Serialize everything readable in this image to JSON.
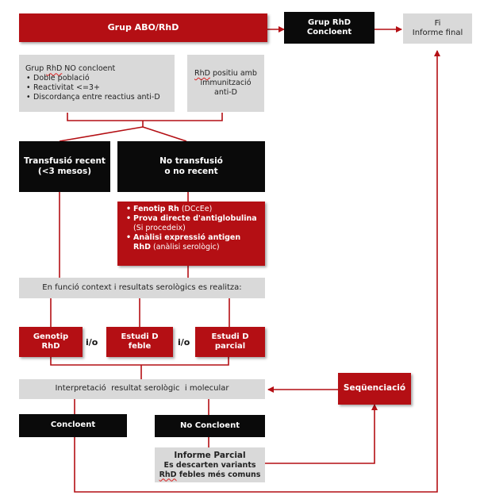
{
  "colors": {
    "red": "#b40f14",
    "black": "#0a0a0a",
    "gray": "#d9d9d9"
  },
  "nodes": {
    "abo": "Grup ABO/RhD",
    "conclusive_top": [
      "Grup RhD",
      "Concloent"
    ],
    "final": [
      "Fi",
      "Informe final"
    ],
    "nonconclusive": {
      "title_prefix": "Grup ",
      "title_rhd": "RhD",
      "title_suffix": " NO concloent",
      "items": [
        "Doble població",
        "Reactivitat <=3+",
        "Discordança entre reactius anti-D"
      ]
    },
    "immunization": {
      "line1_rhd": "RhD",
      "line1_rest": " positiu amb",
      "line2": "immunització",
      "line3": "anti-D"
    },
    "recent": [
      "Transfusió recent",
      "(<3 mesos)"
    ],
    "no_recent": [
      "No transfusió",
      "o no recent"
    ],
    "tests": {
      "t1_bold": "Fenotip Rh",
      "t1_normal": " (DCcEe)",
      "t2_bold": "Prova directe d'antiglobulina",
      "t2_normal": "(Si procedeix)",
      "t3_bold": "Anàlisi expressió antigen",
      "t3_bold2": "RhD",
      "t3_normal": " (anàlisi serològic)"
    },
    "context": "En funció context i resultats serològics es realitza:",
    "genotip": [
      "Genotip",
      "RhD"
    ],
    "weak": [
      "Estudi D",
      "feble"
    ],
    "partial": [
      "Estudi D",
      "parcial"
    ],
    "andor1": "i/o",
    "andor2": "i/o",
    "interpretation": "Interpretació  resultat serològic  i molecular",
    "sequencing": "Seqüenciació",
    "conclusive": "Concloent",
    "not_conclusive": "No Concloent",
    "partial_report": {
      "title": "Informe Parcial",
      "line2": "Es descarten variants",
      "line3_rhd": "RhD",
      "line3_rest": " febles més comuns"
    }
  }
}
